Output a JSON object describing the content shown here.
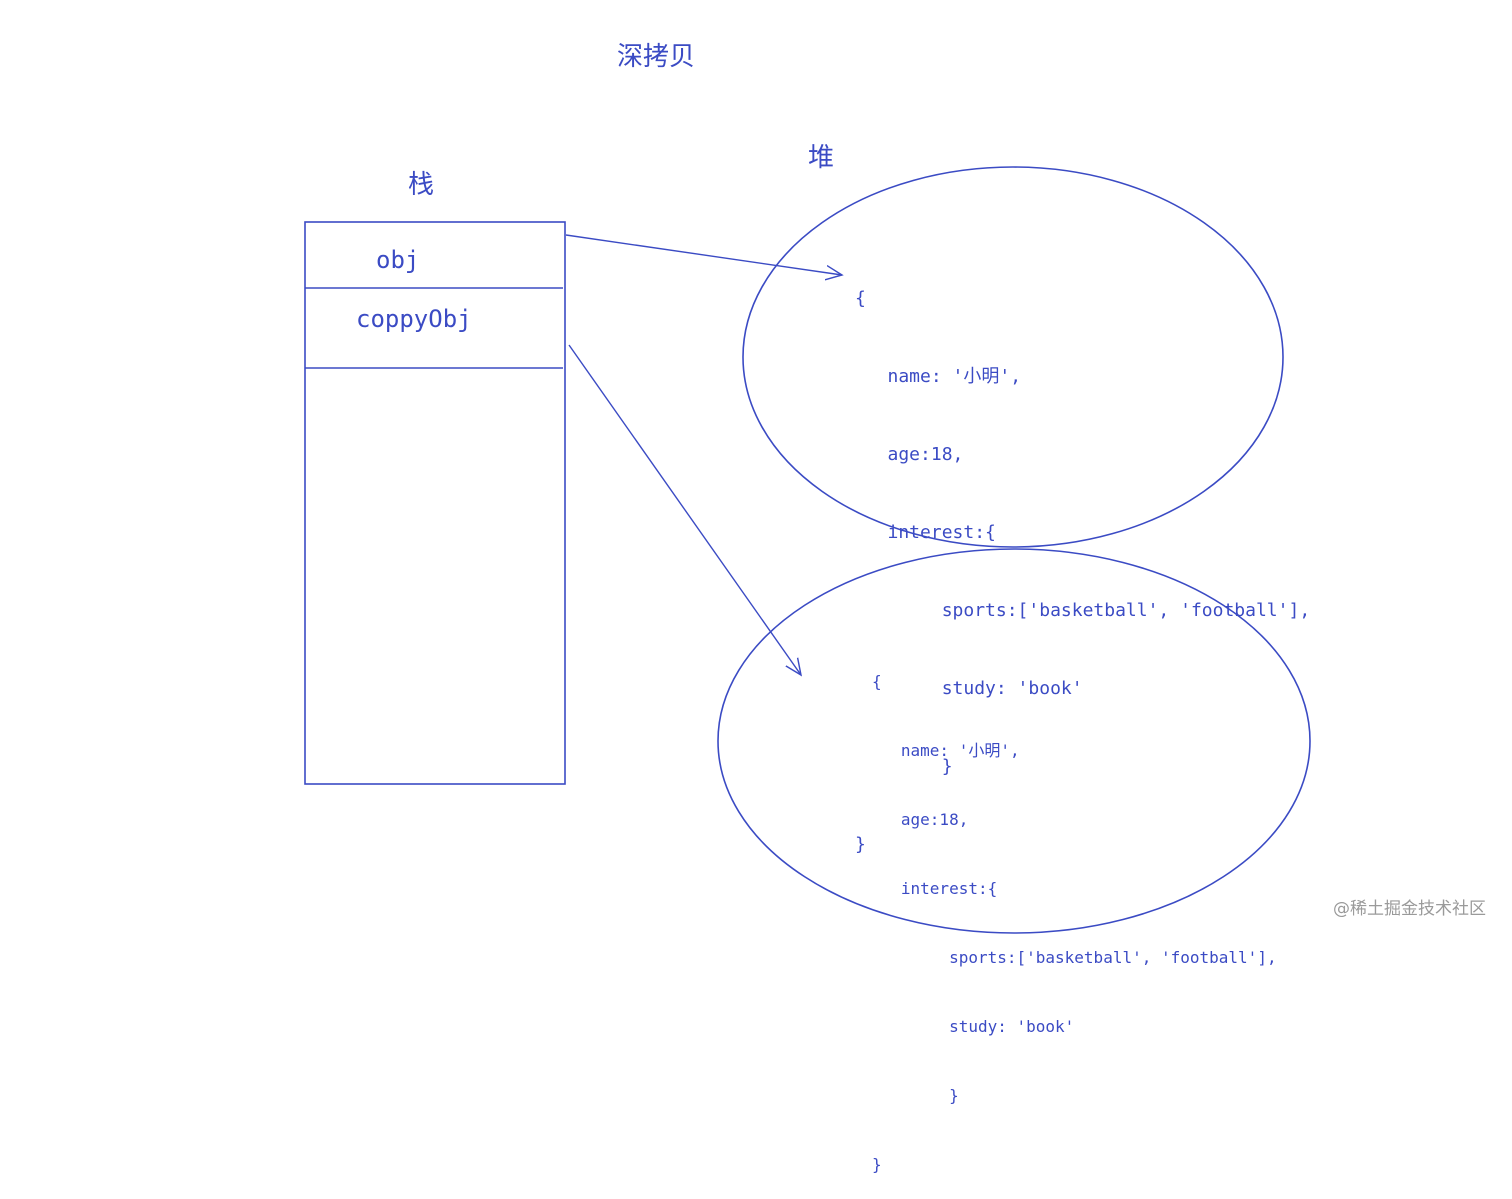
{
  "title": "深拷贝",
  "stack": {
    "label": "栈",
    "cells": [
      "obj",
      "coppyObj"
    ]
  },
  "heap": {
    "label": "堆",
    "objects": [
      {
        "lines": [
          "{",
          "   name: '小明',",
          "   age:18,",
          "   interest:{",
          "        sports:['basketball', 'football'],",
          "        study: 'book'",
          "        }",
          "}"
        ]
      },
      {
        "lines": [
          "{",
          "   name: '小明',",
          "   age:18,",
          "   interest:{",
          "        sports:['basketball', 'football'],",
          "        study: 'book'",
          "        }",
          "}"
        ]
      }
    ]
  },
  "watermark": "@稀土掘金技术社区",
  "colors": {
    "stroke": "#3b4bc4",
    "watermark": "#9a9a9a"
  }
}
